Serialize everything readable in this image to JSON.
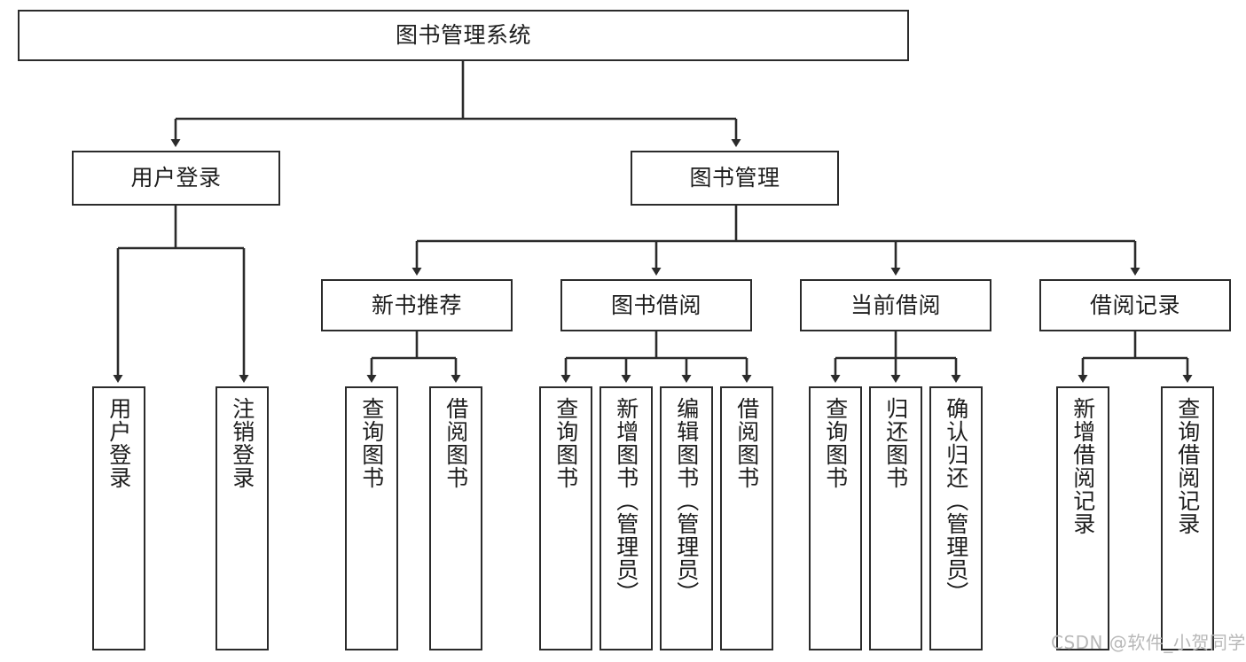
{
  "diagram": {
    "type": "hierarchy-tree",
    "title": "图书管理系统",
    "root": {
      "id": "root",
      "label": "图书管理系统"
    },
    "level1": [
      {
        "id": "user-login",
        "label": "用户登录"
      },
      {
        "id": "book-manage",
        "label": "图书管理"
      }
    ],
    "level2": [
      {
        "id": "new-book-recommend",
        "label": "新书推荐",
        "parent": "book-manage"
      },
      {
        "id": "book-borrow",
        "label": "图书借阅",
        "parent": "book-manage"
      },
      {
        "id": "current-borrow",
        "label": "当前借阅",
        "parent": "book-manage"
      },
      {
        "id": "borrow-record",
        "label": "借阅记录",
        "parent": "book-manage"
      }
    ],
    "leaves": [
      {
        "id": "leaf-user-login",
        "label": "用户登录",
        "parent": "user-login"
      },
      {
        "id": "leaf-logout",
        "label": "注销登录",
        "parent": "user-login"
      },
      {
        "id": "leaf-query-book-1",
        "label": "查询图书",
        "parent": "new-book-recommend"
      },
      {
        "id": "leaf-borrow-book-1",
        "label": "借阅图书",
        "parent": "new-book-recommend"
      },
      {
        "id": "leaf-query-book-2",
        "label": "查询图书",
        "parent": "book-borrow"
      },
      {
        "id": "leaf-add-book",
        "label": "新增图书（管理员）",
        "parent": "book-borrow"
      },
      {
        "id": "leaf-edit-book",
        "label": "编辑图书（管理员）",
        "parent": "book-borrow"
      },
      {
        "id": "leaf-borrow-book-2",
        "label": "借阅图书",
        "parent": "book-borrow"
      },
      {
        "id": "leaf-query-book-3",
        "label": "查询图书",
        "parent": "current-borrow"
      },
      {
        "id": "leaf-return-book",
        "label": "归还图书",
        "parent": "current-borrow"
      },
      {
        "id": "leaf-confirm-return",
        "label": "确认归还（管理员）",
        "parent": "current-borrow"
      },
      {
        "id": "leaf-add-record",
        "label": "新增借阅记录",
        "parent": "borrow-record"
      },
      {
        "id": "leaf-query-record",
        "label": "查询借阅记录",
        "parent": "borrow-record"
      }
    ],
    "colors": {
      "stroke": "#2b2b2b",
      "fill": "#ffffff",
      "text": "#1d1d1d",
      "watermark": "#b8b8b8"
    }
  },
  "watermark": {
    "text": "CSDN @软件_小贺同学"
  }
}
